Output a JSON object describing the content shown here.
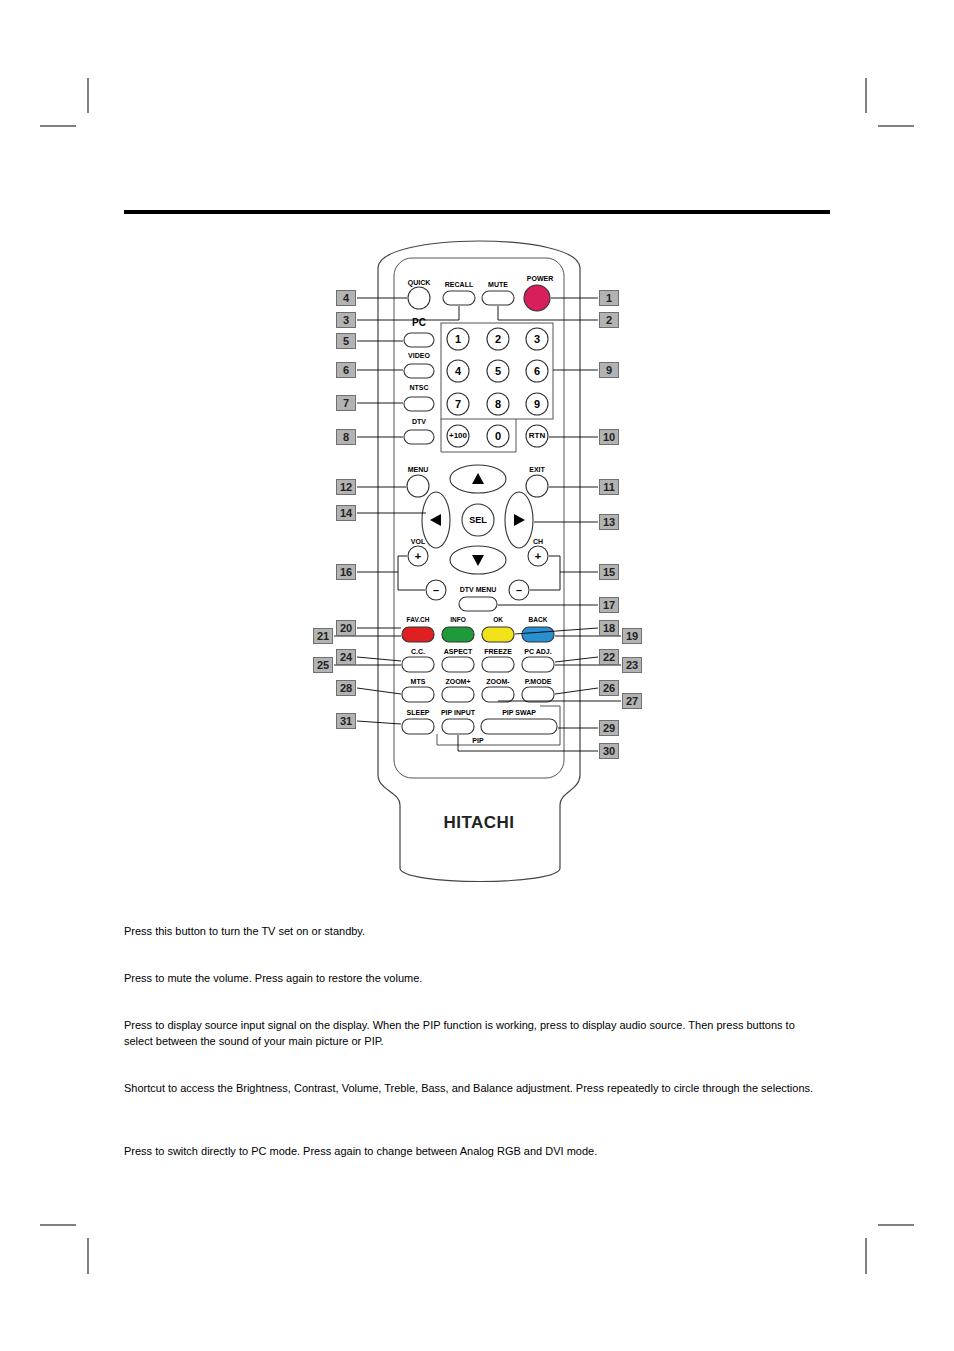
{
  "diagram": {
    "labels": [
      "QUICK",
      "RECALL",
      "MUTE",
      "POWER",
      "PC",
      "VIDEO",
      "NTSC",
      "DTV",
      "1",
      "2",
      "3",
      "4",
      "5",
      "6",
      "7",
      "8",
      "9",
      "+100",
      "0",
      "RTN",
      "MENU",
      "EXIT",
      "SEL",
      "VOL",
      "+",
      "–",
      "CH",
      "+",
      "–",
      "DTV MENU",
      "FAV.CH",
      "INFO",
      "OK",
      "BACK",
      "C.C.",
      "ASPECT",
      "FREEZE",
      "PC ADJ.",
      "MTS",
      "ZOOM+",
      "ZOOM-",
      "P.MODE",
      "SLEEP",
      "PIP INPUT",
      "PIP SWAP",
      "PIP",
      "HITACHI",
      "4",
      "1",
      "3",
      "2",
      "5",
      "6",
      "9",
      "7",
      "8",
      "10",
      "12",
      "11",
      "14",
      "13",
      "16",
      "15",
      "17",
      "20",
      "21",
      "18",
      "19",
      "24",
      "25",
      "22",
      "23",
      "28",
      "26",
      "27",
      "31",
      "29",
      "30",
      "Press this button to turn the TV set on or standby.",
      "Press to mute the volume. Press again to restore the volume.",
      "Press to display source input signal on the display. When the PIP function is working, press to display audio source. Then press buttons to select between the sound of your main picture or PIP.",
      "Shortcut to access the Brightness, Contrast, Volume, Treble, Bass, and Balance adjustment. Press repeatedly to circle through the selections.",
      "Press to switch directly to PC mode. Press again to change between Analog RGB and DVI mode."
    ]
  }
}
